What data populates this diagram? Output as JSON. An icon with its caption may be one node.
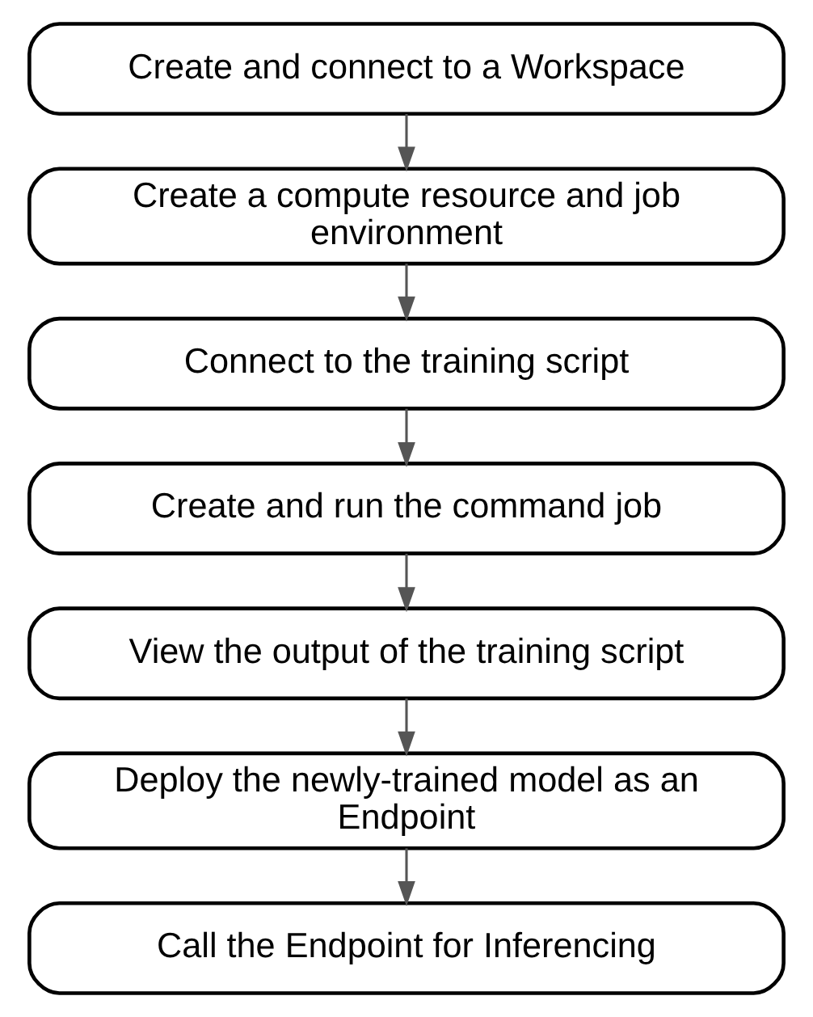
{
  "diagram": {
    "nodes": [
      {
        "text": [
          "Create and connect to a Workspace"
        ]
      },
      {
        "text": [
          "Create a compute resource and job environment"
        ]
      },
      {
        "text": [
          "Connect to the training script"
        ]
      },
      {
        "text": [
          "Create and run the command job"
        ]
      },
      {
        "text": [
          "View the output of the training script"
        ]
      },
      {
        "text": [
          "Deploy the newly-trained model as an Endpoint"
        ]
      },
      {
        "text": [
          "Call the Endpoint for Inferencing"
        ]
      }
    ],
    "edges": [
      {
        "from": 0,
        "to": 1,
        "arrow": "to"
      },
      {
        "from": 1,
        "to": 2,
        "arrow": "to"
      },
      {
        "from": 2,
        "to": 3,
        "arrow": "to"
      },
      {
        "from": 3,
        "to": 4,
        "arrow": "to"
      },
      {
        "from": 4,
        "to": 5,
        "arrow": "to"
      },
      {
        "from": 5,
        "to": 6,
        "arrow": "to"
      }
    ]
  }
}
